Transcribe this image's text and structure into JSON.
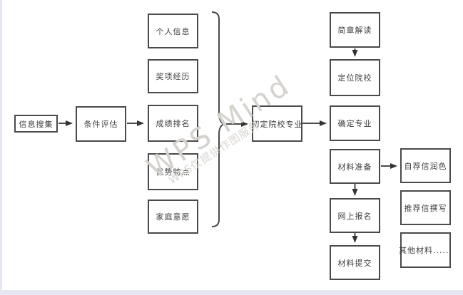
{
  "diagram": {
    "nodes": [
      {
        "id": "info-collect",
        "label": "信息搜集"
      },
      {
        "id": "condition-eval",
        "label": "条件评估"
      },
      {
        "id": "personal-info",
        "label": "个人信息"
      },
      {
        "id": "award-exp",
        "label": "奖项经历"
      },
      {
        "id": "grade-rank",
        "label": "成绩排名"
      },
      {
        "id": "strengths",
        "label": "优势特点"
      },
      {
        "id": "family-wish",
        "label": "家庭意愿"
      },
      {
        "id": "initial-school-major",
        "label": "初定院校专业"
      },
      {
        "id": "brochure-read",
        "label": "简章解读"
      },
      {
        "id": "target-school",
        "label": "定位院校"
      },
      {
        "id": "confirm-major",
        "label": "确定专业"
      },
      {
        "id": "material-prep",
        "label": "材料准备"
      },
      {
        "id": "online-signup",
        "label": "网上报名"
      },
      {
        "id": "material-submit",
        "label": "材料提交"
      },
      {
        "id": "self-letter-polish",
        "label": "自荐信润色"
      },
      {
        "id": "rec-letter-write",
        "label": "推荐信撰写"
      },
      {
        "id": "other-materials",
        "label": "其他材料......"
      }
    ],
    "edges": [
      {
        "from": "info-collect",
        "to": "condition-eval"
      },
      {
        "from": "condition-eval",
        "to": "grade-rank"
      },
      {
        "from": "brace-group",
        "to": "initial-school-major"
      },
      {
        "from": "initial-school-major",
        "to": "confirm-major"
      },
      {
        "from": "brochure-read",
        "to": "target-school"
      },
      {
        "from": "material-prep",
        "to": "online-signup"
      },
      {
        "from": "online-signup",
        "to": "material-submit"
      },
      {
        "from": "material-prep",
        "to": "self-letter-polish"
      }
    ],
    "brace_group": {
      "members": [
        "personal-info",
        "award-exp",
        "grade-rank",
        "strengths",
        "family-wish"
      ]
    },
    "watermark": {
      "title": "WPS Mind",
      "subtitle": "WPS仅提供作图服务"
    },
    "colors": {
      "node_border": "#4a4a4a",
      "arrow": "#333333",
      "watermark": "#d5d2ce",
      "page_edge": "#e7e7f4"
    }
  }
}
